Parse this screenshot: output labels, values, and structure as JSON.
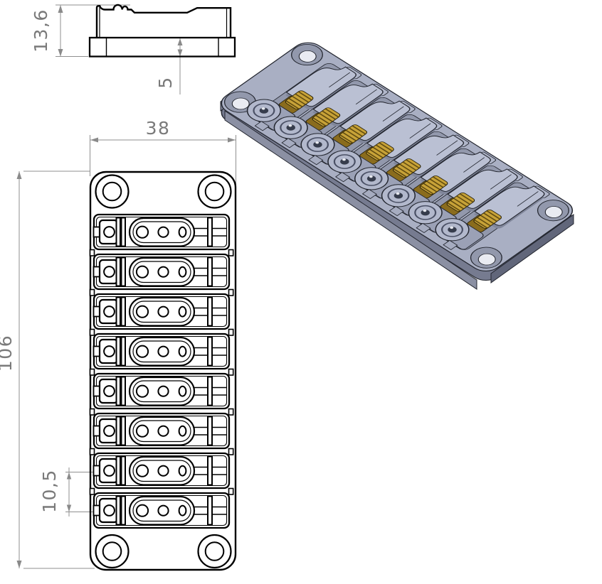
{
  "drawing": {
    "title": "8-string roller bridge technical drawing",
    "dimensions": {
      "total_height": "13,6",
      "base_thickness": "5",
      "width": "38",
      "length": "106",
      "string_spacing": "10,5"
    },
    "depicted": {
      "saddle_rows": 8,
      "mounting_holes": 4,
      "views": [
        "side-view",
        "top-view",
        "isometric-view"
      ]
    },
    "colors": {
      "outline": "#000000",
      "dimension_lines": "#8f8f8f",
      "dimension_text": "#7a7a7a",
      "body_top": "#a9afc3",
      "body_side": "#70758a",
      "fin": "#bac0d3",
      "roller_face": "#b2b8cc",
      "gear_gold": "#c7a238",
      "gear_gold_dark": "#8a6c1d"
    }
  }
}
